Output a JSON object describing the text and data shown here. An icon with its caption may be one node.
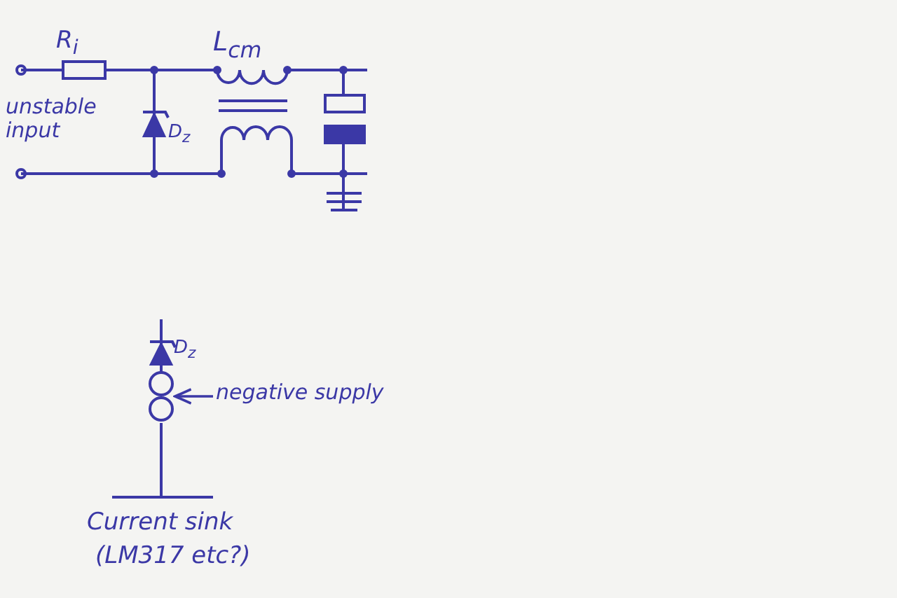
{
  "diagram": {
    "nodes": [
      {
        "text": [
          "negative supply"
        ]
      },
      {
        "text": [],
        "shape": "circle"
      }
    ],
    "edges": [
      {
        "from": 0,
        "to": 1,
        "arrow": "to"
      }
    ],
    "labels": [
      "R$_{i}$",
      "L$_{cm}$",
      "unstable input",
      "D$_{z}$",
      "D$_{z}$",
      "Current sink",
      "(LM317 etc?)"
    ]
  }
}
